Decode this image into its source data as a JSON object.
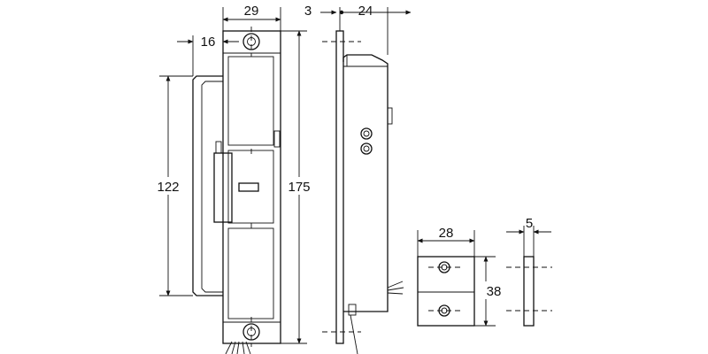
{
  "dimensions": {
    "front_plate_width": "29",
    "keeper_offset": "16",
    "keeper_height": "122",
    "plate_height": "175",
    "side_plate_thickness": "3",
    "side_body_depth": "24",
    "spacer_width": "28",
    "spacer_height": "38",
    "spacer_thickness": "5"
  }
}
